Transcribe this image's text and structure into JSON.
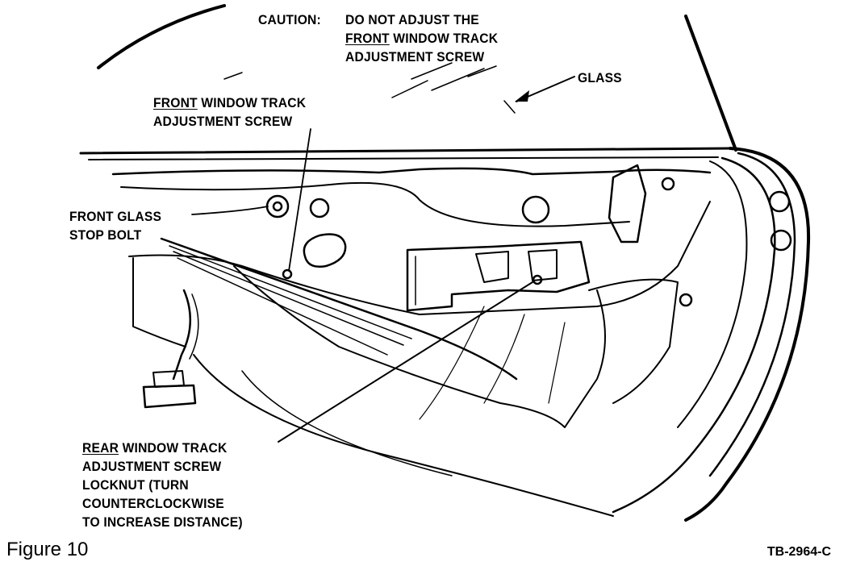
{
  "labels": {
    "caution_prefix": "CAUTION:",
    "caution_line1": "DO NOT ADJUST THE",
    "caution_front": "FRONT",
    "caution_line2_rest": " WINDOW TRACK",
    "caution_line3": "ADJUSTMENT SCREW",
    "glass": "GLASS",
    "front_screw_front": "FRONT",
    "front_screw_line1_rest": " WINDOW TRACK",
    "front_screw_line2": "ADJUSTMENT SCREW",
    "front_stop_line1": "FRONT GLASS",
    "front_stop_line2": "STOP BOLT",
    "rear_rear": "REAR",
    "rear_line1_rest": " WINDOW TRACK",
    "rear_line2": "ADJUSTMENT SCREW",
    "rear_line3": "LOCKNUT (TURN",
    "rear_line4": "COUNTERCLOCKWISE",
    "rear_line5": "TO INCREASE DISTANCE)"
  },
  "caption": "Figure 10",
  "drawing_code": "TB-2964-C"
}
